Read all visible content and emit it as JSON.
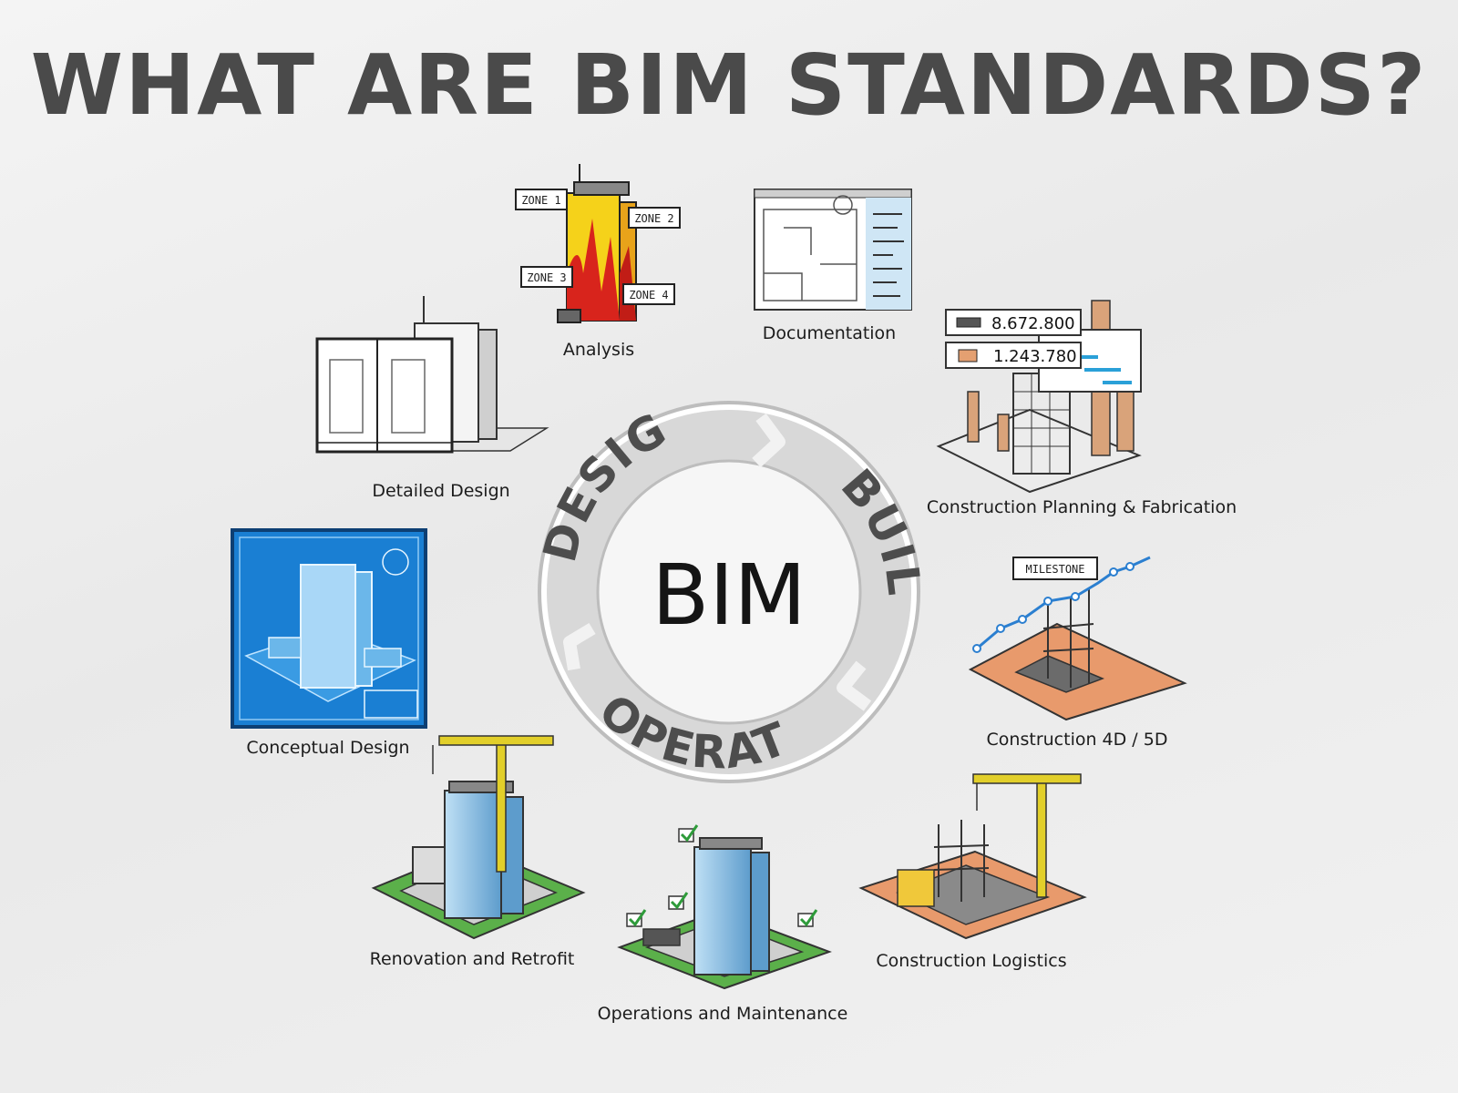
{
  "title": "WHAT ARE BIM STANDARDS?",
  "hub": {
    "center": "BIM",
    "ring": [
      "DESIGN",
      "BUILD",
      "OPERATE"
    ]
  },
  "stages": [
    {
      "key": "analysis",
      "label": "Analysis"
    },
    {
      "key": "documentation",
      "label": "Documentation"
    },
    {
      "key": "detailed",
      "label": "Detailed Design"
    },
    {
      "key": "planning",
      "label": "Construction Planning & Fabrication"
    },
    {
      "key": "conceptual",
      "label": "Conceptual Design"
    },
    {
      "key": "c4d",
      "label": "Construction 4D / 5D"
    },
    {
      "key": "renovation",
      "label": "Renovation and Retrofit"
    },
    {
      "key": "logistics",
      "label": "Construction Logistics"
    },
    {
      "key": "operations",
      "label": "Operations and Maintenance"
    }
  ],
  "annotations": {
    "zones": [
      "ZONE 1",
      "ZONE 2",
      "ZONE 3",
      "ZONE 4"
    ],
    "quantities": [
      "8.672.800",
      "1.243.780"
    ],
    "milestone": "MILESTONE"
  },
  "colors": {
    "title": "#4a4a4a",
    "ring": "#d6d6d6",
    "blueprint": "#1a7fd3",
    "heat_red": "#d8241c",
    "heat_yellow": "#f5d21a",
    "crane": "#e2cf2a",
    "grass": "#5bb04a",
    "site": "#e89a6c",
    "glass": "#8fc3e6"
  }
}
